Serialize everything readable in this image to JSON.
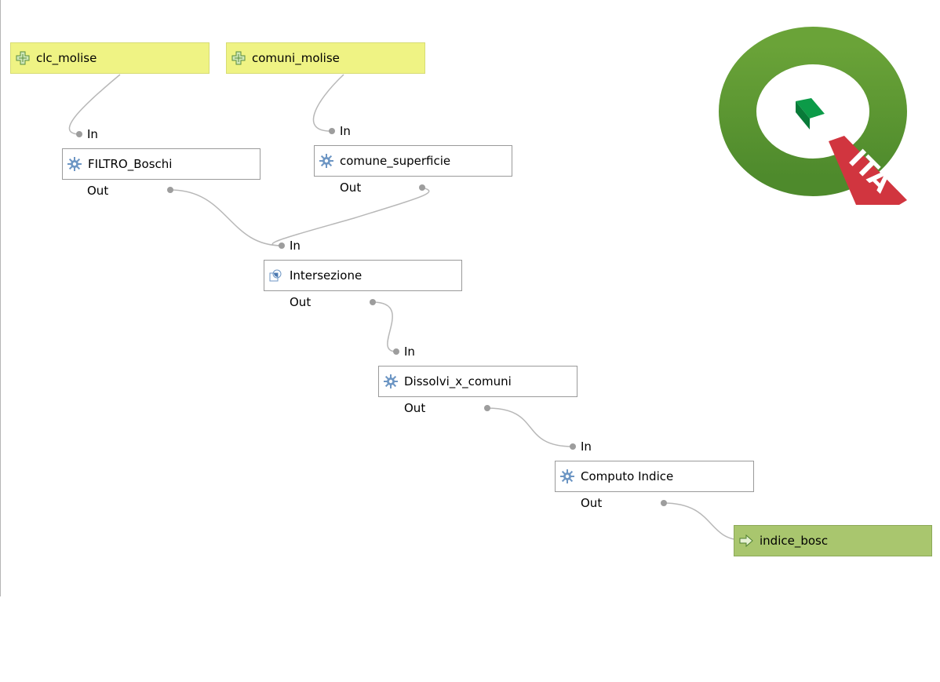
{
  "model": {
    "inputs": [
      {
        "id": "clc_molise",
        "label": "clc_molise"
      },
      {
        "id": "comuni_molise",
        "label": "comuni_molise"
      }
    ],
    "algorithms": [
      {
        "id": "filtro_boschi",
        "label": "FILTRO_Boschi",
        "icon": "gear-icon",
        "in_label": "In",
        "out_label": "Out"
      },
      {
        "id": "comune_superficie",
        "label": "comune_superficie",
        "icon": "gear-icon",
        "in_label": "In",
        "out_label": "Out"
      },
      {
        "id": "intersezione",
        "label": "Intersezione",
        "icon": "intersection-icon",
        "in_label": "In",
        "out_label": "Out"
      },
      {
        "id": "dissolvi_x_comuni",
        "label": "Dissolvi_x_comuni",
        "icon": "gear-icon",
        "in_label": "In",
        "out_label": "Out"
      },
      {
        "id": "computo_indice",
        "label": "Computo Indice",
        "icon": "gear-icon",
        "in_label": "In",
        "out_label": "Out"
      }
    ],
    "outputs": [
      {
        "id": "indice_bosc",
        "label": "indice_bosc",
        "icon": "output-arrow-icon"
      }
    ]
  },
  "logo": {
    "text": "ITA"
  },
  "colors": {
    "input_fill": "#eff384",
    "output_fill": "#a9c66e",
    "link": "#b8b8b8",
    "logo_green": "#589632",
    "logo_red": "#d1353f"
  }
}
